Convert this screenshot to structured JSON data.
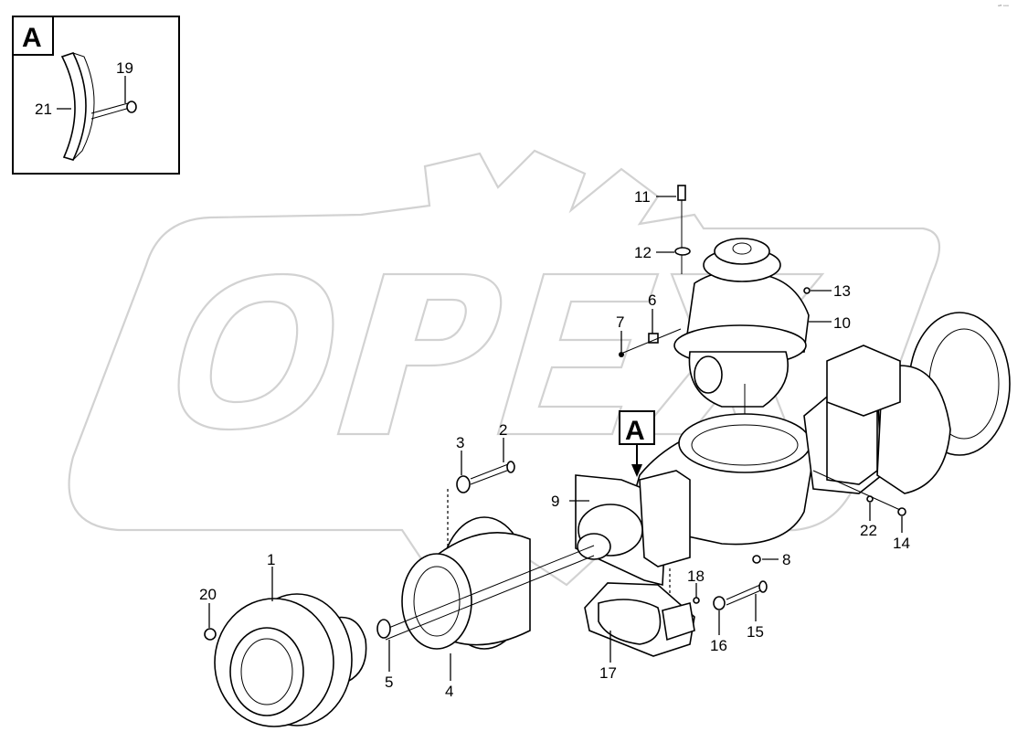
{
  "diagram": {
    "detail_view_letter": "A",
    "detail_marker_letter": "A",
    "corner_code": "ᵃᴴ ᵒᵒᵒ",
    "part_labels": [
      "1",
      "2",
      "3",
      "4",
      "5",
      "6",
      "7",
      "8",
      "9",
      "10",
      "11",
      "12",
      "13",
      "14",
      "15",
      "16",
      "17",
      "18",
      "19",
      "20",
      "21",
      "22"
    ],
    "watermark": "OPEX"
  }
}
